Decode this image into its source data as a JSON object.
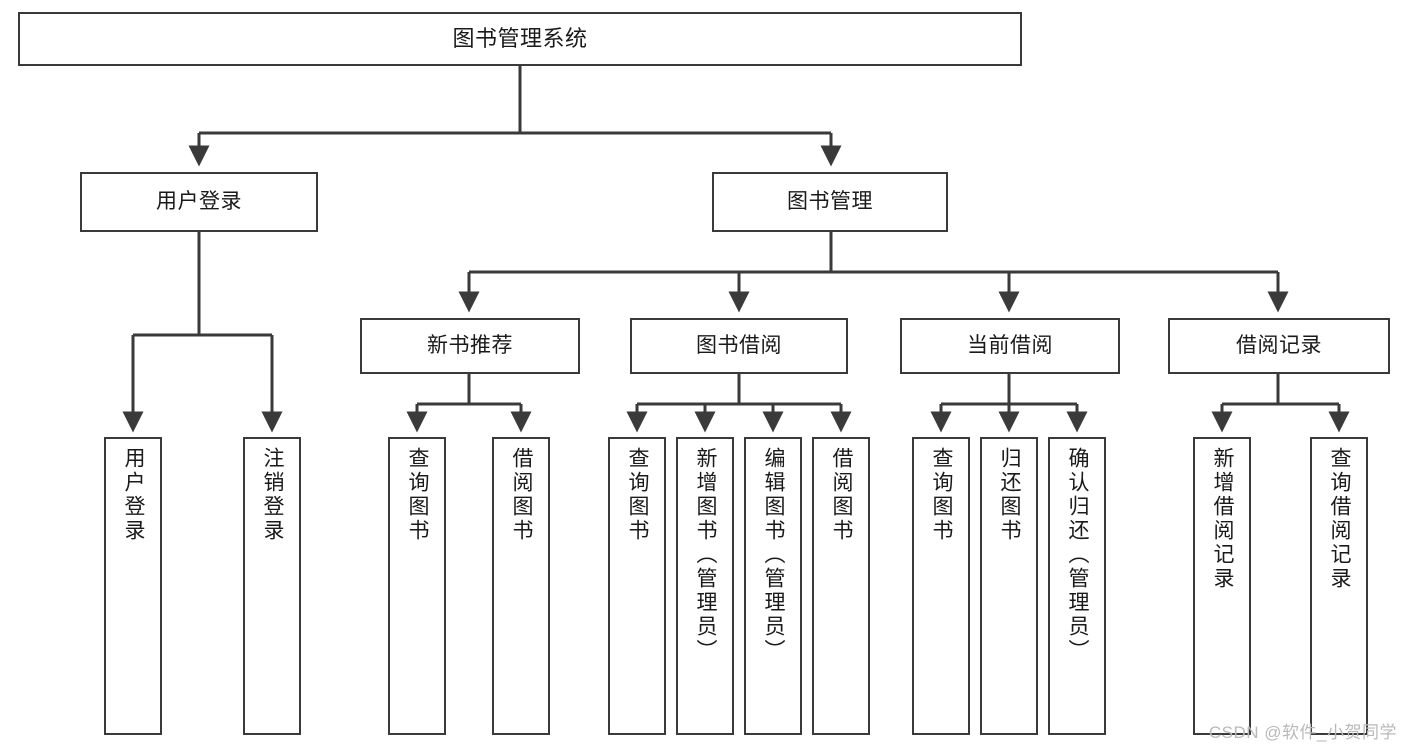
{
  "diagram": {
    "title_node": {
      "id": "root",
      "label": "图书管理系统"
    },
    "tier2": [
      {
        "id": "user-login",
        "label": "用户登录"
      },
      {
        "id": "book-management",
        "label": "图书管理"
      }
    ],
    "tier3": [
      {
        "id": "new-book-recommend",
        "label": "新书推荐"
      },
      {
        "id": "book-borrow",
        "label": "图书借阅"
      },
      {
        "id": "current-borrow",
        "label": "当前借阅"
      },
      {
        "id": "borrow-record",
        "label": "借阅记录"
      }
    ],
    "leaves": [
      {
        "id": "leaf-user-login",
        "label": "用户登录",
        "parent": "用户登录"
      },
      {
        "id": "leaf-logout-login",
        "label": "注销登录",
        "parent": "用户登录"
      },
      {
        "id": "leaf-query-book-1",
        "label": "查询图书",
        "parent": "新书推荐"
      },
      {
        "id": "leaf-borrow-book-1",
        "label": "借阅图书",
        "parent": "新书推荐"
      },
      {
        "id": "leaf-query-book-2",
        "label": "查询图书",
        "parent": "图书借阅"
      },
      {
        "id": "leaf-add-book",
        "label": "新增图书（管理员）",
        "parent": "图书借阅"
      },
      {
        "id": "leaf-edit-book",
        "label": "编辑图书（管理员）",
        "parent": "图书借阅"
      },
      {
        "id": "leaf-borrow-book-2",
        "label": "借阅图书",
        "parent": "图书借阅"
      },
      {
        "id": "leaf-query-book-3",
        "label": "查询图书",
        "parent": "当前借阅"
      },
      {
        "id": "leaf-return-book",
        "label": "归还图书",
        "parent": "当前借阅"
      },
      {
        "id": "leaf-confirm-return",
        "label": "确认归还（管理员）",
        "parent": "当前借阅"
      },
      {
        "id": "leaf-add-record",
        "label": "新增借阅记录",
        "parent": "借阅记录"
      },
      {
        "id": "leaf-query-record",
        "label": "查询借阅记录",
        "parent": "借阅记录"
      }
    ],
    "colors": {
      "stroke": "#3a3a3a",
      "fill": "#ffffff",
      "text": "#1a1a1a",
      "watermark": "#b9b9b9"
    }
  },
  "watermark": {
    "text": "CSDN @软件_小贺同学"
  }
}
